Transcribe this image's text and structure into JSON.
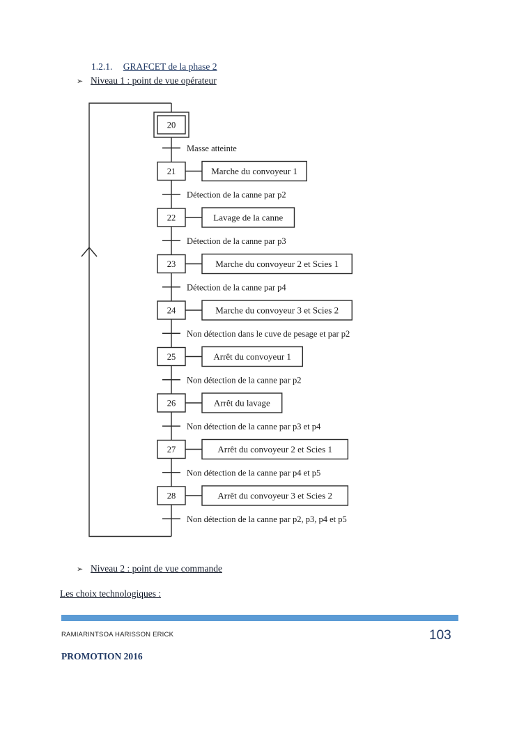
{
  "document": {
    "heading": {
      "number": "1.2.1.",
      "title": "GRAFCET de la phase 2"
    },
    "niveau1": {
      "marker": "➢",
      "text": "Niveau 1 : point de vue opérateur"
    },
    "niveau2": {
      "marker": "➢",
      "text": "Niveau 2 : point de vue commande"
    },
    "choix_technologiques": "Les choix technologiques :"
  },
  "grafcet": {
    "initial_step": "20",
    "steps": [
      {
        "number": "20",
        "initial": true,
        "action": ""
      },
      {
        "number": "21",
        "initial": false,
        "action": "Marche du convoyeur 1"
      },
      {
        "number": "22",
        "initial": false,
        "action": "Lavage de la canne"
      },
      {
        "number": "23",
        "initial": false,
        "action": "Marche du convoyeur 2 et Scies 1"
      },
      {
        "number": "24",
        "initial": false,
        "action": "Marche du convoyeur 3 et Scies 2"
      },
      {
        "number": "25",
        "initial": false,
        "action": "Arrêt du convoyeur 1"
      },
      {
        "number": "26",
        "initial": false,
        "action": "Arrêt du lavage"
      },
      {
        "number": "27",
        "initial": false,
        "action": "Arrêt du convoyeur 2 et Scies 1"
      },
      {
        "number": "28",
        "initial": false,
        "action": "Arrêt du convoyeur 3 et Scies 2"
      }
    ],
    "transitions": [
      "Masse atteinte",
      "Détection de la canne par p2",
      "Détection de la canne par p3",
      "Détection de la canne par p4",
      "Non détection dans le cuve de pesage et par p2",
      "Non détection de la canne par p2",
      "Non détection de la canne par p3 et p4",
      "Non détection de la canne par p4 et p5",
      "Non détection de la canne par p2, p3, p4 et p5"
    ],
    "line_color": "#2b2b2b"
  },
  "footer": {
    "author": "RAMIARINTSOA HARISSON ERICK",
    "promotion": "PROMOTION 2016",
    "page_number": "103",
    "bar_color": "#5B9BD5",
    "accent_color": "#1F3864"
  }
}
